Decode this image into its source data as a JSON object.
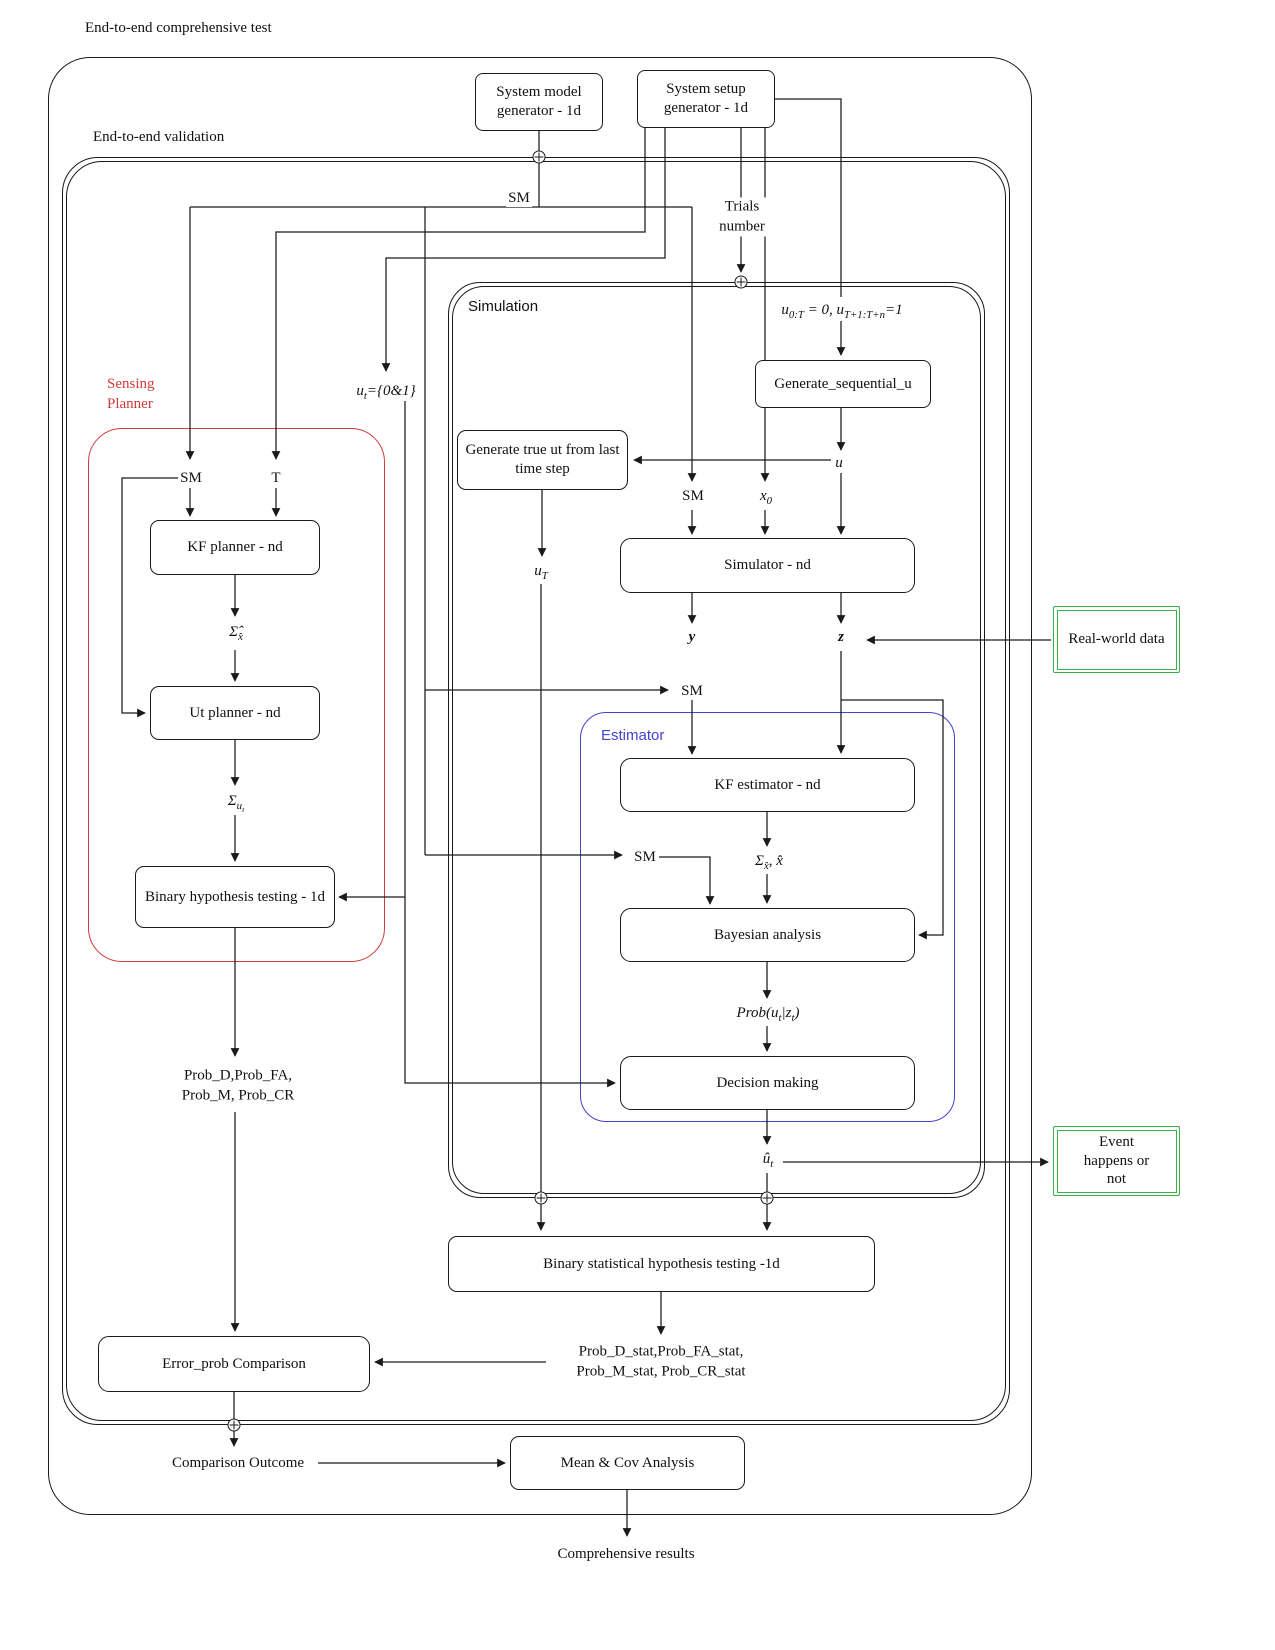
{
  "colors": {
    "line": "#1a1a1a",
    "sensing": "#d03a3a",
    "estimator": "#4242d0",
    "io": "#3aae4a"
  },
  "containers": {
    "outer_label": "End-to-end comprehensive test",
    "validation_label": "End-to-end validation",
    "simulation_label": "Simulation",
    "sensing_label": "Sensing Planner",
    "estimator_label": "Estimator"
  },
  "nodes": {
    "system_model_generator": "System model generator - 1d",
    "system_setup_generator": "System setup generator - 1d",
    "generate_sequential_u": "Generate_sequential_u",
    "generate_true_ut": "Generate true ut from last time step",
    "simulator": "Simulator - nd",
    "kf_planner": "KF planner - nd",
    "ut_planner": "Ut planner - nd",
    "binary_hypothesis_testing": "Binary hypothesis testing - 1d",
    "kf_estimator": "KF estimator - nd",
    "bayesian_analysis": "Bayesian analysis",
    "decision_making": "Decision making",
    "binary_statistical_hypothesis_testing": "Binary statistical hypothesis testing -1d",
    "error_prob_comparison": "Error_prob Comparison",
    "mean_cov_analysis": "Mean & Cov Analysis",
    "real_world_data": "Real-world data",
    "event_happens_or_not": "Event happens or not"
  },
  "edge_labels": {
    "sm_main": "SM",
    "trials_number": "Trials number",
    "u_init": "u_{0:T} = 0, u_{T+1:T+n}=1",
    "u_t_hypotheses": "u_{t}={0&1}",
    "sm_planner": "SM",
    "t_planner": "T",
    "sm_simulator": "SM",
    "x0": "x_{0}",
    "u": "u",
    "u_T": "u_{T}",
    "y": "y",
    "z": "z",
    "sigma_hat_x": "Σ̂_{x̂}",
    "sm_estimator": "SM",
    "sigma_ut": "Σ_{u_{t}}",
    "sm_bayes": "SM",
    "sigma_x_xhat": "Σ_{x̂}, x̂",
    "prob_ut_zt": "Prob(u_{t}|z_{t})",
    "u_hat_t": "û_{t}",
    "planner_probs": "Prob_D,Prob_FA, Prob_M, Prob_CR",
    "stat_probs": "Prob_D_stat,Prob_FA_stat, Prob_M_stat, Prob_CR_stat",
    "comparison_outcome": "Comparison Outcome",
    "comprehensive_results": "Comprehensive results"
  }
}
